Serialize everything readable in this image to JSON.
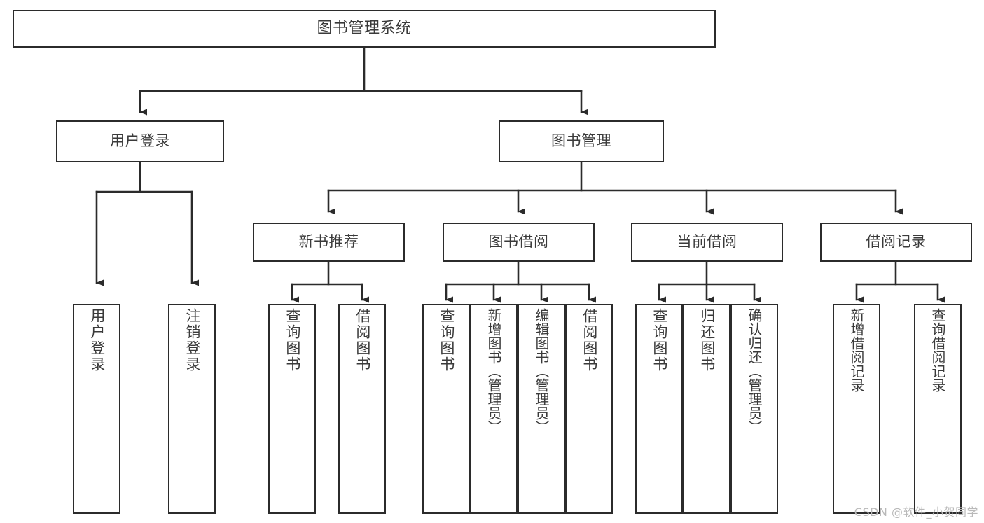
{
  "diagram": {
    "title": "图书管理系统",
    "type": "tree-hierarchy-chart",
    "watermark": "CSDN @软件_小贺同学",
    "colors": {
      "box_border": "#2b2b2b",
      "box_fill": "#ffffff",
      "text": "#3a3a3a",
      "edge": "#2b2b2b",
      "background": "#ffffff",
      "watermark": "#b9b9b9"
    },
    "levels": {
      "root": "图书管理系统",
      "level1": [
        "用户登录",
        "图书管理"
      ],
      "level2": [
        "新书推荐",
        "图书借阅",
        "当前借阅",
        "借阅记录"
      ]
    },
    "nodes": {
      "root": {
        "label": "图书管理系统"
      },
      "user_login": {
        "label": "用户登录"
      },
      "book_manage": {
        "label": "图书管理"
      },
      "new_book_rec": {
        "label": "新书推荐"
      },
      "book_borrow": {
        "label": "图书借阅"
      },
      "current_borrow": {
        "label": "当前借阅"
      },
      "borrow_record": {
        "label": "借阅记录"
      },
      "leaf_user_login": {
        "label": "用户登录"
      },
      "leaf_logout": {
        "label": "注销登录"
      },
      "leaf_query_book_1": {
        "label": "查询图书"
      },
      "leaf_borrow_book_1": {
        "label": "借阅图书"
      },
      "leaf_query_book_2": {
        "label": "查询图书"
      },
      "leaf_add_book": {
        "label": "新增图书（管理员）"
      },
      "leaf_edit_book": {
        "label": "编辑图书（管理员）"
      },
      "leaf_borrow_book_2": {
        "label": "借阅图书"
      },
      "leaf_query_book_3": {
        "label": "查询图书"
      },
      "leaf_return_book": {
        "label": "归还图书"
      },
      "leaf_confirm_return": {
        "label": "确认归还（管理员）"
      },
      "leaf_add_record": {
        "label": "新增借阅记录"
      },
      "leaf_query_record": {
        "label": "查询借阅记录"
      }
    },
    "edges": [
      {
        "from": "root",
        "to": "user_login"
      },
      {
        "from": "root",
        "to": "book_manage"
      },
      {
        "from": "user_login",
        "to": "leaf_user_login"
      },
      {
        "from": "user_login",
        "to": "leaf_logout"
      },
      {
        "from": "book_manage",
        "to": "new_book_rec"
      },
      {
        "from": "book_manage",
        "to": "book_borrow"
      },
      {
        "from": "book_manage",
        "to": "current_borrow"
      },
      {
        "from": "book_manage",
        "to": "borrow_record"
      },
      {
        "from": "new_book_rec",
        "to": "leaf_query_book_1"
      },
      {
        "from": "new_book_rec",
        "to": "leaf_borrow_book_1"
      },
      {
        "from": "book_borrow",
        "to": "leaf_query_book_2"
      },
      {
        "from": "book_borrow",
        "to": "leaf_add_book"
      },
      {
        "from": "book_borrow",
        "to": "leaf_edit_book"
      },
      {
        "from": "book_borrow",
        "to": "leaf_borrow_book_2"
      },
      {
        "from": "current_borrow",
        "to": "leaf_query_book_3"
      },
      {
        "from": "current_borrow",
        "to": "leaf_return_book"
      },
      {
        "from": "current_borrow",
        "to": "leaf_confirm_return"
      },
      {
        "from": "borrow_record",
        "to": "leaf_add_record"
      },
      {
        "from": "borrow_record",
        "to": "leaf_query_record"
      }
    ]
  }
}
